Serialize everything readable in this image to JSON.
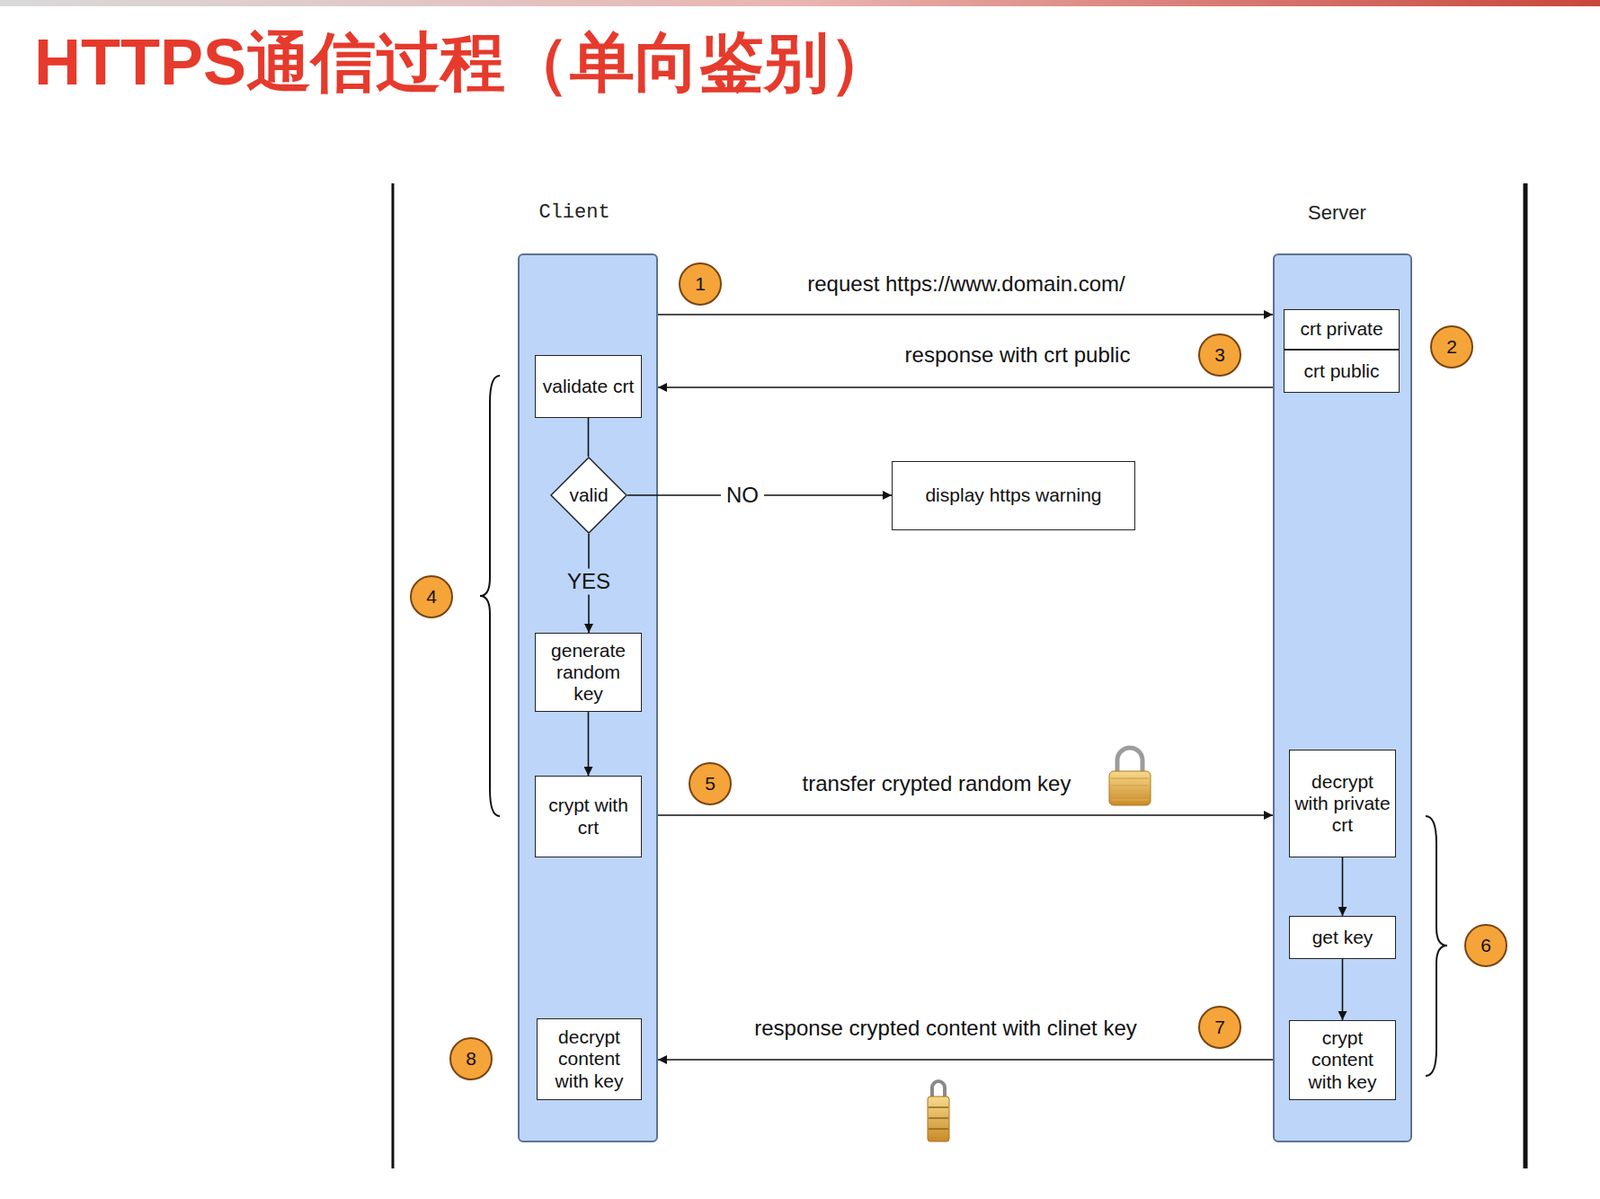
{
  "diagram": {
    "title": "HTTPS通信过程（单向鉴别）",
    "nodes": [
      {
        "text": [
          "Client"
        ]
      },
      {
        "text": [
          "validate crt"
        ],
        "in": 0
      },
      {
        "text": [
          "valid"
        ],
        "in": 0
      },
      {
        "text": [
          "generate random key"
        ],
        "in": 0
      },
      {
        "text": [
          "crypt with crt"
        ],
        "in": 0
      },
      {
        "text": [
          "decrypt content with key"
        ],
        "in": 0
      },
      {
        "text": [
          "display https warning"
        ]
      },
      {
        "text": [
          "Server"
        ]
      },
      {
        "text": [
          "crt private"
        ],
        "in": 7
      },
      {
        "text": [
          "crt public"
        ],
        "in": 7
      },
      {
        "text": [
          "decrypt with private crt"
        ],
        "in": 7
      },
      {
        "text": [
          "get key"
        ],
        "in": 7
      },
      {
        "text": [
          "crypt content with key"
        ],
        "in": 7
      }
    ],
    "edges": [
      {
        "from": 0,
        "to": 7,
        "label": "request https://www.domain.com/",
        "arrow": "to"
      },
      {
        "from": 7,
        "to": 0,
        "label": "response with crt public",
        "arrow": "to"
      },
      {
        "from": 1,
        "to": 2,
        "arrow": "none"
      },
      {
        "from": 2,
        "to": 6,
        "label": "NO",
        "arrow": "to"
      },
      {
        "from": 2,
        "to": 3,
        "label": "YES",
        "arrow": "to"
      },
      {
        "from": 3,
        "to": 4,
        "arrow": "to"
      },
      {
        "from": 0,
        "to": 7,
        "label": "transfer crypted random key",
        "arrow": "to"
      },
      {
        "from": 10,
        "to": 11,
        "arrow": "to"
      },
      {
        "from": 11,
        "to": 12,
        "arrow": "to"
      },
      {
        "from": 7,
        "to": 0,
        "label": "response crypted content with clinet key",
        "arrow": "to"
      }
    ],
    "labels": [
      "1",
      "2",
      "3",
      "4",
      "5",
      "6",
      "7",
      "8"
    ]
  }
}
